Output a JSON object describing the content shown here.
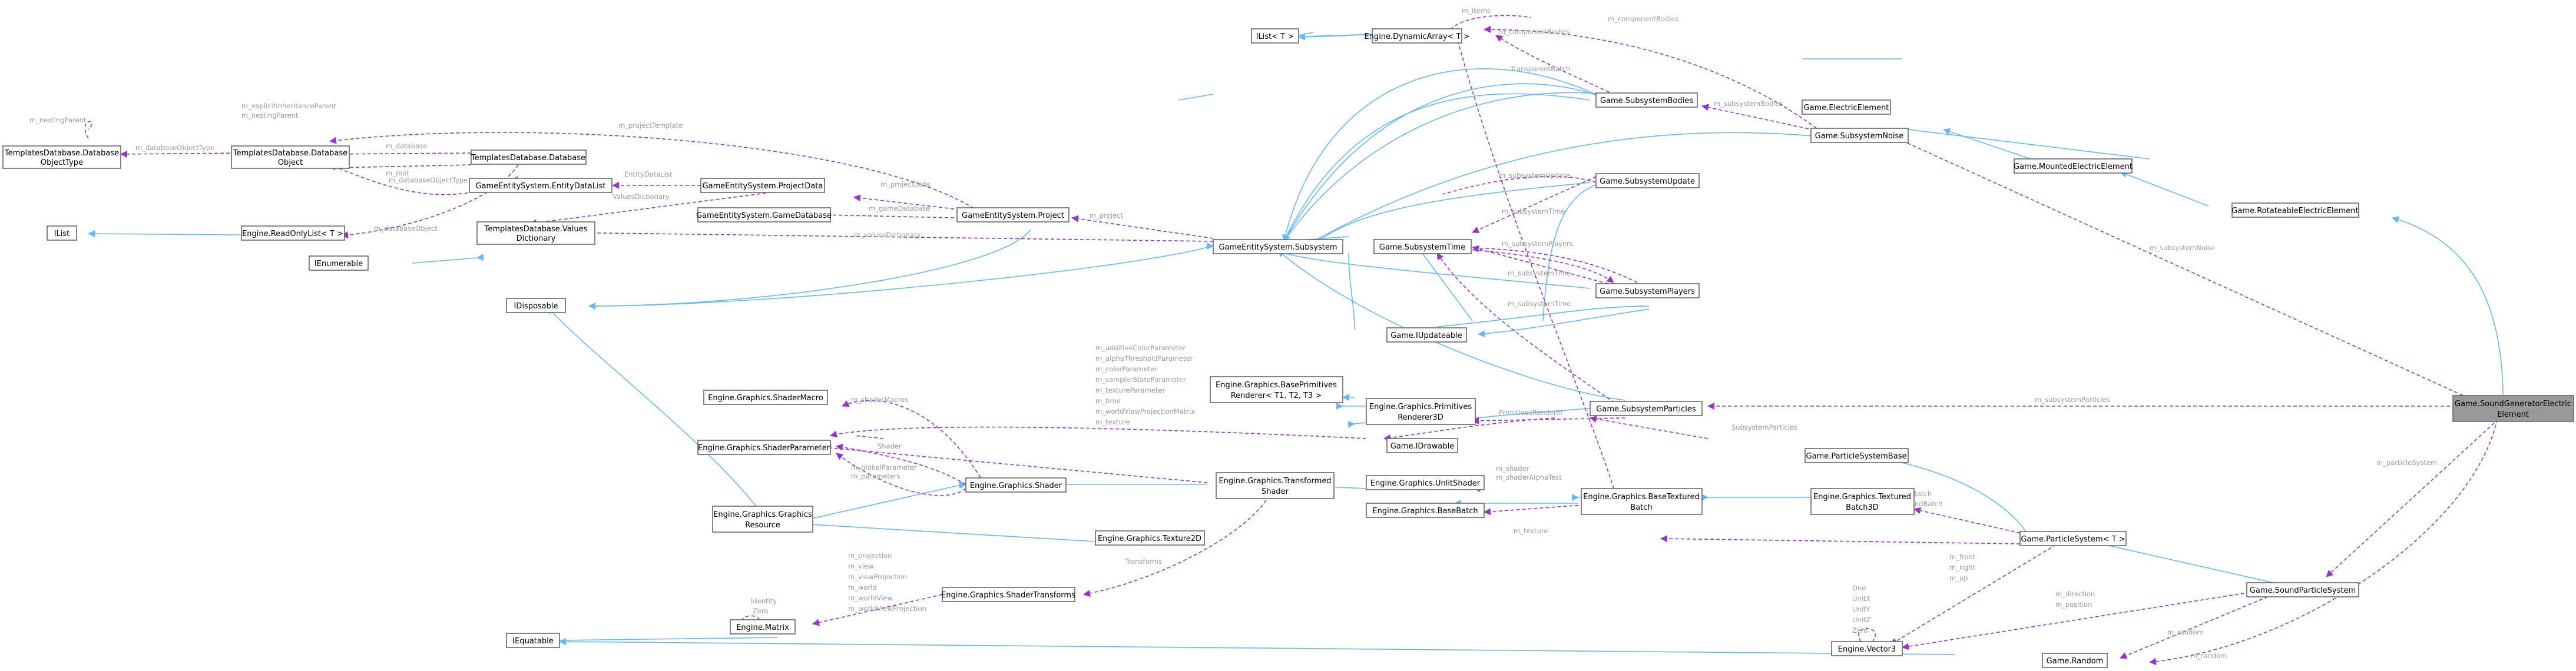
{
  "nodes": {
    "ilist_t": [
      "IList< T >"
    ],
    "dynarray": [
      "Engine.DynamicArray< T >"
    ],
    "subsys_bodies": [
      "Game.SubsystemBodies"
    ],
    "electric": [
      "Game.ElectricElement"
    ],
    "subsys_noise": [
      "Game.SubsystemNoise"
    ],
    "mounted": [
      "Game.MountedElectricElement"
    ],
    "rotateable": [
      "Game.RotateableElectricElement"
    ],
    "td_objtype": [
      "TemplatesDatabase.Database",
      "ObjectType"
    ],
    "td_object": [
      "TemplatesDatabase.Database",
      "Object"
    ],
    "td_database": [
      "TemplatesDatabase.Database"
    ],
    "entity_datalist": [
      "GameEntitySystem.EntityDataList"
    ],
    "project_data": [
      "GameEntitySystem.ProjectData"
    ],
    "game_database": [
      "GameEntitySystem.GameDatabase"
    ],
    "project": [
      "GameEntitySystem.Project"
    ],
    "ges_subsystem": [
      "GameEntitySystem.Subsystem"
    ],
    "subsys_update": [
      "Game.SubsystemUpdate"
    ],
    "subsys_time": [
      "Game.SubsystemTime"
    ],
    "subsys_players": [
      "Game.SubsystemPlayers"
    ],
    "ilist": [
      "IList"
    ],
    "readonly": [
      "Engine.ReadOnlyList< T >"
    ],
    "values_dict": [
      "TemplatesDatabase.Values",
      "Dictionary"
    ],
    "ienumerable": [
      "IEnumerable"
    ],
    "idisposable": [
      "IDisposable"
    ],
    "iupdateable": [
      "Game.IUpdateable"
    ],
    "shader_macro": [
      "Engine.Graphics.ShaderMacro"
    ],
    "base_prim": [
      "Engine.Graphics.BasePrimitives",
      "Renderer< T1, T2, T3 >"
    ],
    "prim_renderer": [
      "Engine.Graphics.Primitives",
      "Renderer3D"
    ],
    "subsys_particles": [
      "Game.SubsystemParticles"
    ],
    "sound_gen": [
      "Game.SoundGeneratorElectric",
      "Element"
    ],
    "idrawable": [
      "Game.IDrawable"
    ],
    "shader_param": [
      "Engine.Graphics.ShaderParameter"
    ],
    "particle_base": [
      "Game.ParticleSystemBase"
    ],
    "unlit_shader": [
      "Engine.Graphics.UnlitShader"
    ],
    "shader": [
      "Engine.Graphics.Shader"
    ],
    "transformed_shader": [
      "Engine.Graphics.Transformed",
      "Shader"
    ],
    "base_textured": [
      "Engine.Graphics.BaseTextured",
      "Batch"
    ],
    "textured_batch": [
      "Engine.Graphics.Textured",
      "Batch3D"
    ],
    "graphics_resource": [
      "Engine.Graphics.Graphics",
      "Resource"
    ],
    "base_batch": [
      "Engine.Graphics.BaseBatch"
    ],
    "texture2d": [
      "Engine.Graphics.Texture2D"
    ],
    "particle_system": [
      "Game.ParticleSystem< T >"
    ],
    "shader_transforms": [
      "Engine.Graphics.ShaderTransforms"
    ],
    "sound_particle": [
      "Game.SoundParticleSystem"
    ],
    "matrix": [
      "Engine.Matrix"
    ],
    "iequatable": [
      "IEquatable"
    ],
    "vector3": [
      "Engine.Vector3"
    ],
    "random": [
      "Game.Random"
    ]
  },
  "edge_labels": {
    "items": "m_items",
    "componentbodies_a": "m_componentBodies",
    "componentbodies_b": "m_componentBodies",
    "subsystembodies": "m_subsystemBodies",
    "subsystemnoise": "m_subsystemNoise",
    "explicit_parent": "m_explicitInheritanceParent",
    "nestingparent": "m_nestingParent",
    "nestingparent2": "m_nestingParent",
    "databaseobjecttype": "m_databaseObjectType",
    "databaseobjecttype2": "m_databaseObjectType",
    "projecttemplate": "m_projectTemplate",
    "database": "m_database",
    "root": "m_root",
    "databaseobject": "m_databaseObject",
    "entitydatalist": "EntityDataList",
    "valuesdictionary": "ValuesDictionary",
    "projectdata": "m_projectData",
    "gamedatabase": "m_gameDatabase",
    "project": "m_project",
    "valuesdictionary2": "m_valuesDictionary",
    "subsystemupdate": "m_subsystemUpdate",
    "subsystemtime": "m_subsystemTime",
    "subsystemplayers": "m_subsystemPlayers",
    "subsystemtime2": "m_subsystemTime",
    "subsystemtime3": "m_subsystemTime",
    "transparentbatch": "TransparentBatch",
    "subsystemparticles": "m_subsystemParticles",
    "subsystemparticles2": "SubsystemParticles",
    "primitivesrenderer": "PrimitivesRenderer",
    "params": [
      "m_additiveColorParameter",
      "m_alphaThresholdParameter",
      "m_colorParameter",
      "m_samplerStateParameter",
      "m_textureParameter",
      "m_time",
      "m_worldViewProjectionMatrix",
      "m_texture"
    ],
    "shadermacro": "m_shaderMacros",
    "shader_lbl": "Shader",
    "shadermacros2": "m_shaderMacros",
    "globalparameter": "m_globalParameter",
    "parameters": "m_parameters",
    "unlit_shader": "m_shader",
    "shaderalphatest": "m_shaderAlphaTest",
    "additivebatch": "AdditiveBatch",
    "alphablendbatch": "AlphaBlendBatch",
    "texture": "m_texture",
    "particlesystem": "m_particleSystem",
    "transforms": "Transforms",
    "matrix_labels": [
      "m_projection",
      "m_view",
      "m_viewProjection",
      "m_world",
      "m_worldView",
      "m_worldViewProjection"
    ],
    "matrix_self": [
      "Identity",
      "Zero"
    ],
    "vector_self": [
      "One",
      "UnitX",
      "UnitY",
      "UnitZ",
      "Zero"
    ],
    "vector_fwd": [
      "m_front",
      "m_right",
      "m_up"
    ],
    "direction": "m_direction",
    "position": "m_position",
    "random": "m_random",
    "random2": "m_random"
  }
}
